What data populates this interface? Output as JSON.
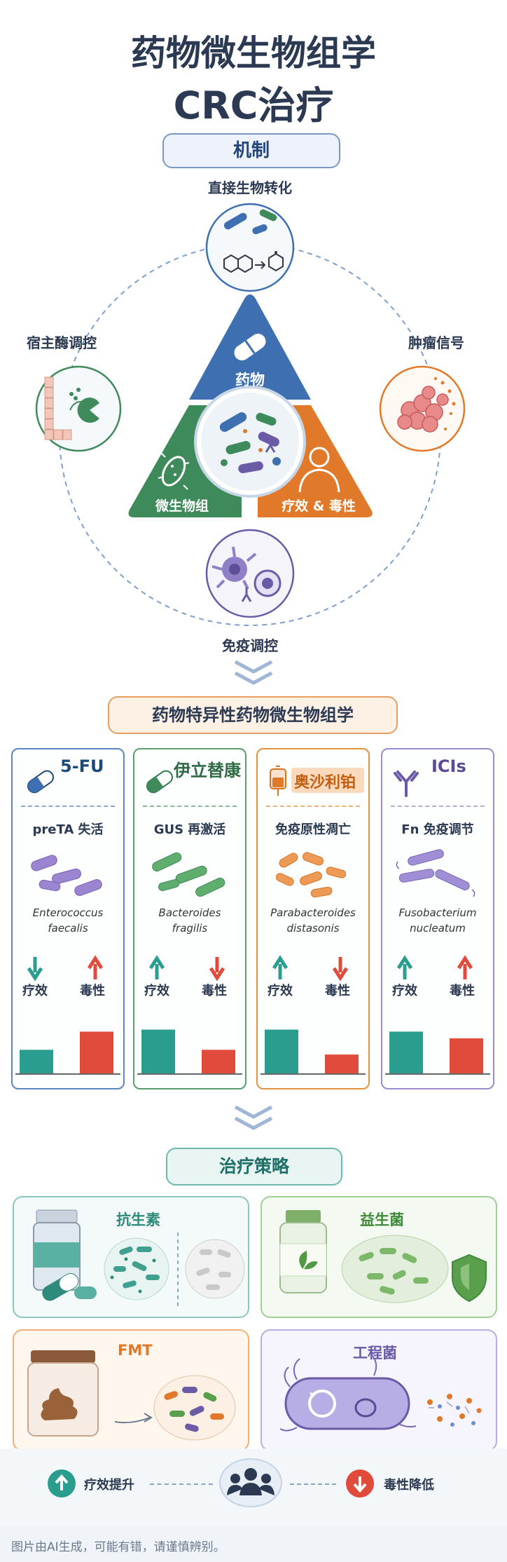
{
  "header": {
    "title_line1": "药物微生物组学",
    "title_line2": "CRC治疗"
  },
  "mechanism": {
    "pill": "机制",
    "nodes": {
      "top": "直接生物转化",
      "left": "宿主酶调控",
      "right": "肿瘤信号",
      "bottom": "免疫调控"
    },
    "triangle": {
      "drug": "药物",
      "microbiome": "微生物组",
      "efficacy": "疗效 & 毒性"
    }
  },
  "specific": {
    "pill": "药物特异性药物微生物组学",
    "cards": [
      {
        "drug": "5-FU",
        "mechanism": "preTA 失活",
        "bacteria_line1": "Enterococcus",
        "bacteria_line2": "faecalis",
        "efficacy_label": "疗效",
        "toxicity_label": "毒性",
        "efficacy_level": 0.35,
        "toxicity_level": 0.62,
        "efficacy_direction": "down",
        "toxicity_direction": "up",
        "color": "#1e4a7a"
      },
      {
        "drug": "伊立替康",
        "mechanism": "GUS 再激活",
        "bacteria_line1": "Bacteroides",
        "bacteria_line2": "fragilis",
        "efficacy_label": "疗效",
        "toxicity_label": "毒性",
        "efficacy_level": 0.65,
        "toxicity_level": 0.35,
        "efficacy_direction": "up",
        "toxicity_direction": "down",
        "color": "#2f7a4a"
      },
      {
        "drug": "奥沙利铂",
        "mechanism": "免疫原性凋亡",
        "bacteria_line1": "Parabacteroides",
        "bacteria_line2": "distasonis",
        "efficacy_label": "疗效",
        "toxicity_label": "毒性",
        "efficacy_level": 0.65,
        "toxicity_level": 0.28,
        "efficacy_direction": "up",
        "toxicity_direction": "down",
        "color": "#d9731f"
      },
      {
        "drug": "ICIs",
        "mechanism": "Fn 免疫调节",
        "bacteria_line1": "Fusobacterium",
        "bacteria_line2": "nucleatum",
        "efficacy_label": "疗效",
        "toxicity_label": "毒性",
        "efficacy_level": 0.62,
        "toxicity_level": 0.52,
        "efficacy_direction": "up",
        "toxicity_direction": "up",
        "color": "#6b5aa6"
      }
    ]
  },
  "strategies": {
    "pill": "治疗策略",
    "items": [
      {
        "title": "抗生素",
        "color": "#2e8a7a"
      },
      {
        "title": "益生菌",
        "color": "#3f8a3a"
      },
      {
        "title": "FMT",
        "color": "#e07a2a"
      },
      {
        "title": "工程菌",
        "color": "#6b5aa6"
      }
    ]
  },
  "legend": {
    "up_label": "疗效提升",
    "down_label": "毒性降低"
  },
  "footer": {
    "note": "图片由AI生成，可能有错，请谨慎辨别。"
  },
  "colors": {
    "teal": "#2a9d8f",
    "red": "#e04b3c",
    "blue": "#3e6fb0",
    "green": "#3f8a5a",
    "orange": "#e07a2a",
    "purple": "#7a68b8"
  }
}
